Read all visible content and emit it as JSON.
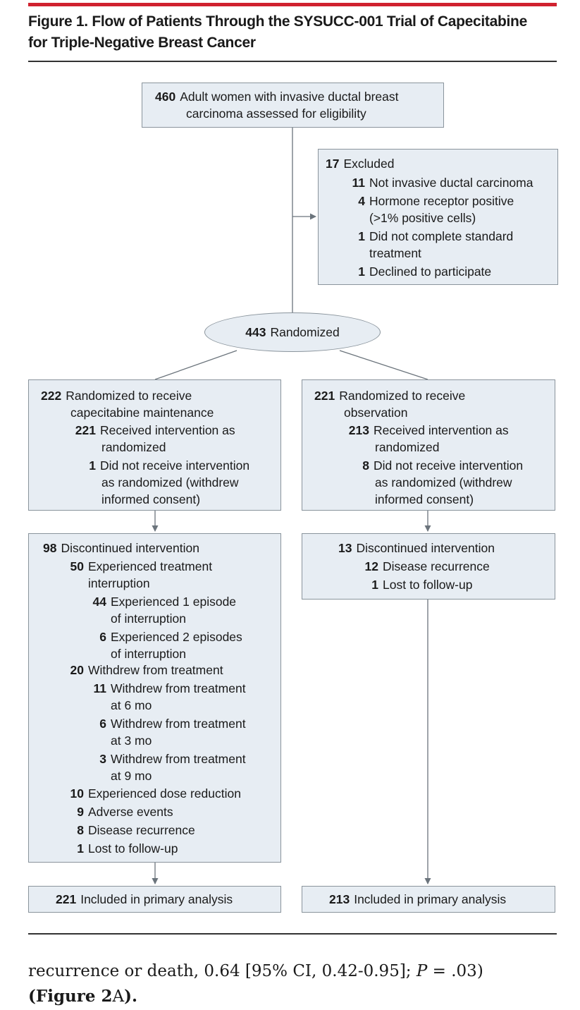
{
  "figure": {
    "title_line1": "Figure 1. Flow of Patients Through the SYSUCC-001 Trial of Capecitabine",
    "title_line2": "for Triple-Negative Breast Cancer"
  },
  "assessed": {
    "n": "460",
    "line1": "Adult women with invasive ductal breast",
    "line2": "carcinoma assessed for eligibility"
  },
  "excluded": {
    "n": "17",
    "label": "Excluded",
    "items": [
      {
        "n": "11",
        "line1": "Not invasive ductal carcinoma"
      },
      {
        "n": "4",
        "line1": "Hormone receptor positive",
        "line2": "(>1% positive cells)"
      },
      {
        "n": "1",
        "line1": "Did not complete standard",
        "line2": "treatment"
      },
      {
        "n": "1",
        "line1": "Declined to participate"
      }
    ]
  },
  "randomized": {
    "n": "443",
    "label": "Randomized"
  },
  "arm_capecitabine": {
    "n": "222",
    "line1": "Randomized to receive",
    "line2": "capecitabine maintenance",
    "received": {
      "n": "221",
      "line1": "Received intervention as",
      "line2": "randomized"
    },
    "not_received": {
      "n": "1",
      "line1": "Did not receive intervention",
      "line2": "as randomized (withdrew",
      "line3": "informed consent)"
    }
  },
  "arm_observation": {
    "n": "221",
    "line1": "Randomized to receive",
    "line2": "observation",
    "received": {
      "n": "213",
      "line1": "Received intervention as",
      "line2": "randomized"
    },
    "not_received": {
      "n": "8",
      "line1": "Did not receive intervention",
      "line2": "as randomized (withdrew",
      "line3": "informed consent)"
    }
  },
  "discontinued_capecitabine": {
    "n": "98",
    "label": "Discontinued intervention",
    "interruption": {
      "n": "50",
      "line1": "Experienced treatment",
      "line2": "interruption"
    },
    "episode1": {
      "n": "44",
      "line1": "Experienced 1 episode",
      "line2": "of interruption"
    },
    "episode2": {
      "n": "6",
      "line1": "Experienced 2 episodes",
      "line2": "of interruption"
    },
    "withdrew": {
      "n": "20",
      "line1": "Withdrew from treatment"
    },
    "withdrew6": {
      "n": "11",
      "line1": "Withdrew from treatment",
      "line2": "at 6 mo"
    },
    "withdrew3": {
      "n": "6",
      "line1": "Withdrew from treatment",
      "line2": "at 3 mo"
    },
    "withdrew9": {
      "n": "3",
      "line1": "Withdrew from treatment",
      "line2": "at 9 mo"
    },
    "dose": {
      "n": "10",
      "line1": "Experienced dose reduction"
    },
    "adverse": {
      "n": "9",
      "line1": "Adverse events"
    },
    "recurrence": {
      "n": "8",
      "line1": "Disease recurrence"
    },
    "lost": {
      "n": "1",
      "line1": "Lost to follow-up"
    }
  },
  "discontinued_observation": {
    "n": "13",
    "label": "Discontinued intervention",
    "recurrence": {
      "n": "12",
      "line1": "Disease recurrence"
    },
    "lost": {
      "n": "1",
      "line1": "Lost to follow-up"
    }
  },
  "analysis_capecitabine": {
    "n": "221",
    "label": "Included in primary analysis"
  },
  "analysis_observation": {
    "n": "213",
    "label": "Included in primary analysis"
  },
  "body_text": {
    "line1": "recurrence or death, 0.64 [95% CI, 0.42-0.95]; ",
    "p_symbol": "P",
    "p_value": " = .03)",
    "line2_open": "(",
    "figure_ref": "Figure 2",
    "figure_panel": "A",
    "line2_close": ")."
  },
  "colors": {
    "accent_rule": "#d0222f",
    "box_fill": "#e7edf3",
    "box_border": "#8a949c",
    "connector": "#6b747c"
  }
}
